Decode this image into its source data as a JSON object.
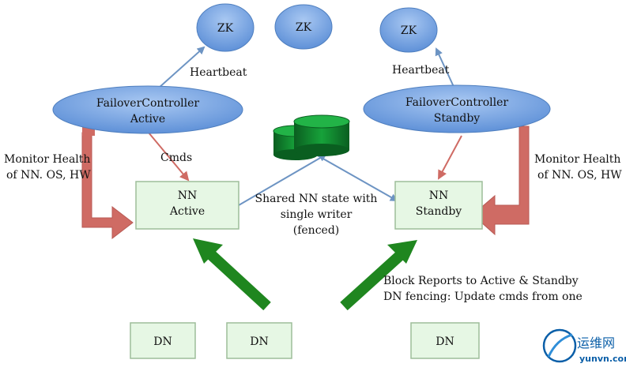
{
  "zk": {
    "left": "ZK",
    "middle": "ZK",
    "right": "ZK"
  },
  "controllers": {
    "active": {
      "line1": "FailoverController",
      "line2": "Active"
    },
    "standby": {
      "line1": "FailoverController",
      "line2": "Standby"
    }
  },
  "namenodes": {
    "active": {
      "line1": "NN",
      "line2": "Active"
    },
    "standby": {
      "line1": "NN",
      "line2": "Standby"
    }
  },
  "datanodes": [
    "DN",
    "DN",
    "DN"
  ],
  "labels": {
    "heartbeat_left": "Heartbeat",
    "heartbeat_right": "Heartbeat",
    "cmds": "Cmds",
    "monitor_left": [
      "Monitor Health",
      "of NN. OS, HW"
    ],
    "monitor_right": [
      "Monitor Health",
      "of NN. OS, HW"
    ],
    "shared_state": [
      "Shared NN state with",
      "single writer",
      "(fenced)"
    ],
    "block_reports": [
      "Block Reports to Active & Standby",
      "DN fencing: Update cmds from one"
    ]
  },
  "watermark": {
    "name": "运维网",
    "url": "yunvn.com"
  },
  "colors": {
    "ellipse_fill": "#6f9fe0",
    "box_fill": "#e6f7e4",
    "box_stroke": "#9dbd9a",
    "db_green": "#0f7a2a",
    "arrow_blue": "#6d94c3",
    "arrow_red": "#cf6b64",
    "arrow_green": "#1f861f"
  }
}
